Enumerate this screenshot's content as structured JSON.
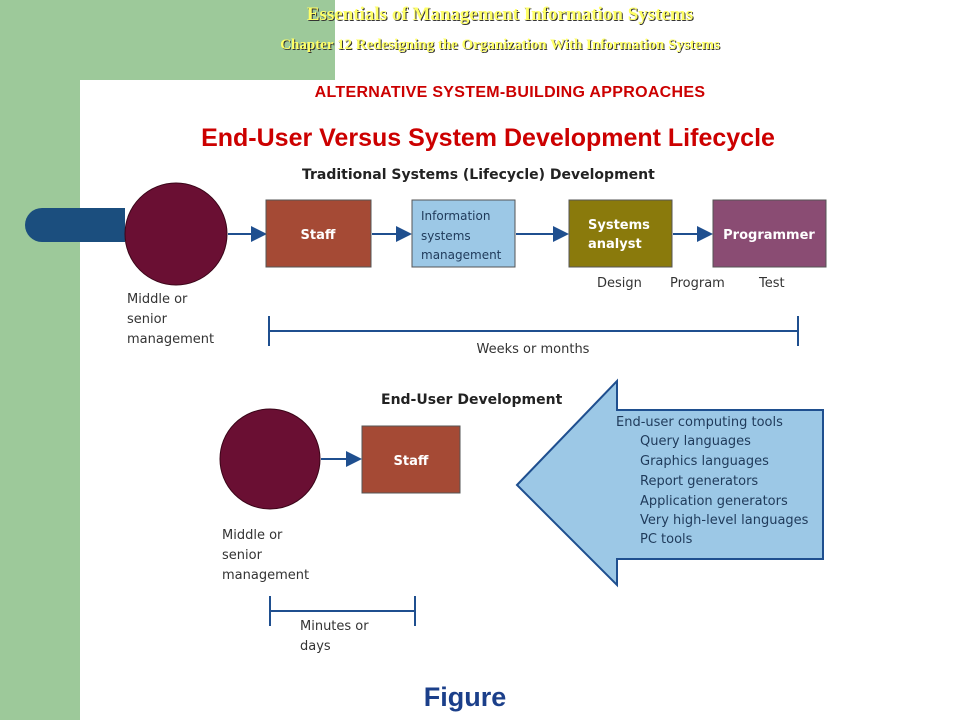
{
  "header": {
    "title": "Essentials of Management Information Systems",
    "subtitle": "Chapter 12 Redesigning the Organization With Information Systems"
  },
  "section_title": "ALTERNATIVE SYSTEM-BUILDING APPROACHES",
  "slide_title": "End-User Versus System Development Lifecycle",
  "figure_label": "Figure",
  "traditional": {
    "title": "Traditional Systems (Lifecycle) Development",
    "actor_label": [
      "Middle or",
      "senior",
      "management"
    ],
    "boxes": {
      "staff": "Staff",
      "ism": [
        "Information",
        "systems",
        "management"
      ],
      "analyst": [
        "Systems",
        "analyst"
      ],
      "programmer": "Programmer"
    },
    "phases": [
      "Design",
      "Program",
      "Test"
    ],
    "timeline_label": "Weeks or months"
  },
  "enduser": {
    "title": "End-User Development",
    "actor_label": [
      "Middle or",
      "senior",
      "management"
    ],
    "staff": "Staff",
    "timeline_label": [
      "Minutes or",
      "days"
    ],
    "tools_heading": "End-user computing tools",
    "tools": [
      "Query languages",
      "Graphics languages",
      "Report generators",
      "Application generators",
      "Very high-level languages",
      "PC tools"
    ]
  },
  "colors": {
    "green": "#9dc99a",
    "header_text": "#ffff66",
    "title_red": "#cc0000",
    "figure_blue": "#1b3f8a",
    "circle": "#6a0f33",
    "staff_box": "#a54a35",
    "info_box": "#9cc8e6",
    "analyst_box": "#8a7a0c",
    "programmer_box": "#8a4c73",
    "arrow_fill": "#9cc8e6",
    "line_blue": "#1f4f8f"
  }
}
